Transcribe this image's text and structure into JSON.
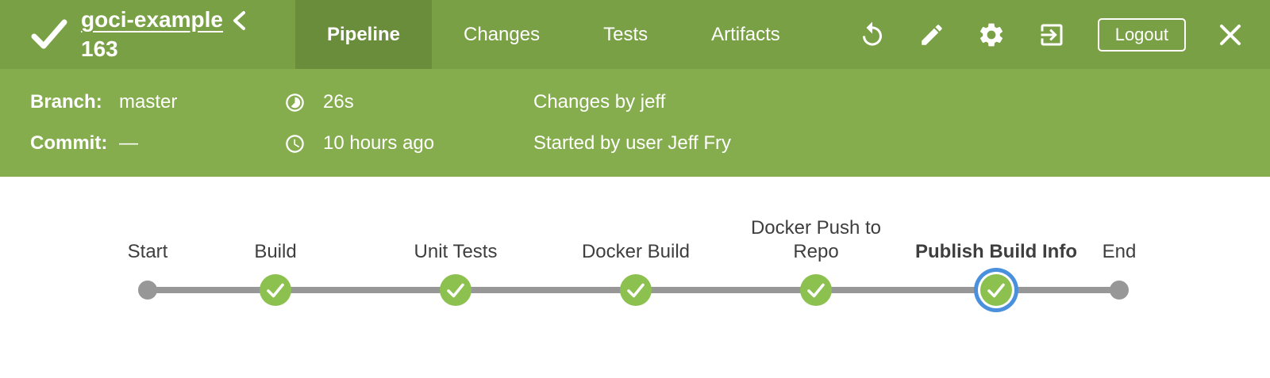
{
  "header": {
    "pipeline_name": "goci-example",
    "run_number": "163",
    "tabs": [
      {
        "label": "Pipeline",
        "active": true
      },
      {
        "label": "Changes",
        "active": false
      },
      {
        "label": "Tests",
        "active": false
      },
      {
        "label": "Artifacts",
        "active": false
      }
    ],
    "logout_label": "Logout"
  },
  "details": {
    "branch_label": "Branch:",
    "branch_value": "master",
    "commit_label": "Commit:",
    "commit_value": "—",
    "duration": "26s",
    "started_ago": "10 hours ago",
    "changes_by": "Changes by jeff",
    "started_by": "Started by user Jeff Fry"
  },
  "pipeline": {
    "stages": [
      {
        "label": "Start",
        "type": "terminal"
      },
      {
        "label": "Build",
        "status": "success"
      },
      {
        "label": "Unit Tests",
        "status": "success"
      },
      {
        "label": "Docker Build",
        "status": "success"
      },
      {
        "label": "Docker Push to Repo",
        "status": "success",
        "wrap": true
      },
      {
        "label": "Publish Build Info",
        "status": "success",
        "selected": true
      },
      {
        "label": "End",
        "type": "terminal"
      }
    ]
  },
  "colors": {
    "header_green": "#7AA045",
    "active_tab_green": "#6A8D3C",
    "info_green": "#85AD4E",
    "node_green": "#8CC04F",
    "connector_gray": "#979797",
    "selected_ring_blue": "#4A90DC"
  }
}
